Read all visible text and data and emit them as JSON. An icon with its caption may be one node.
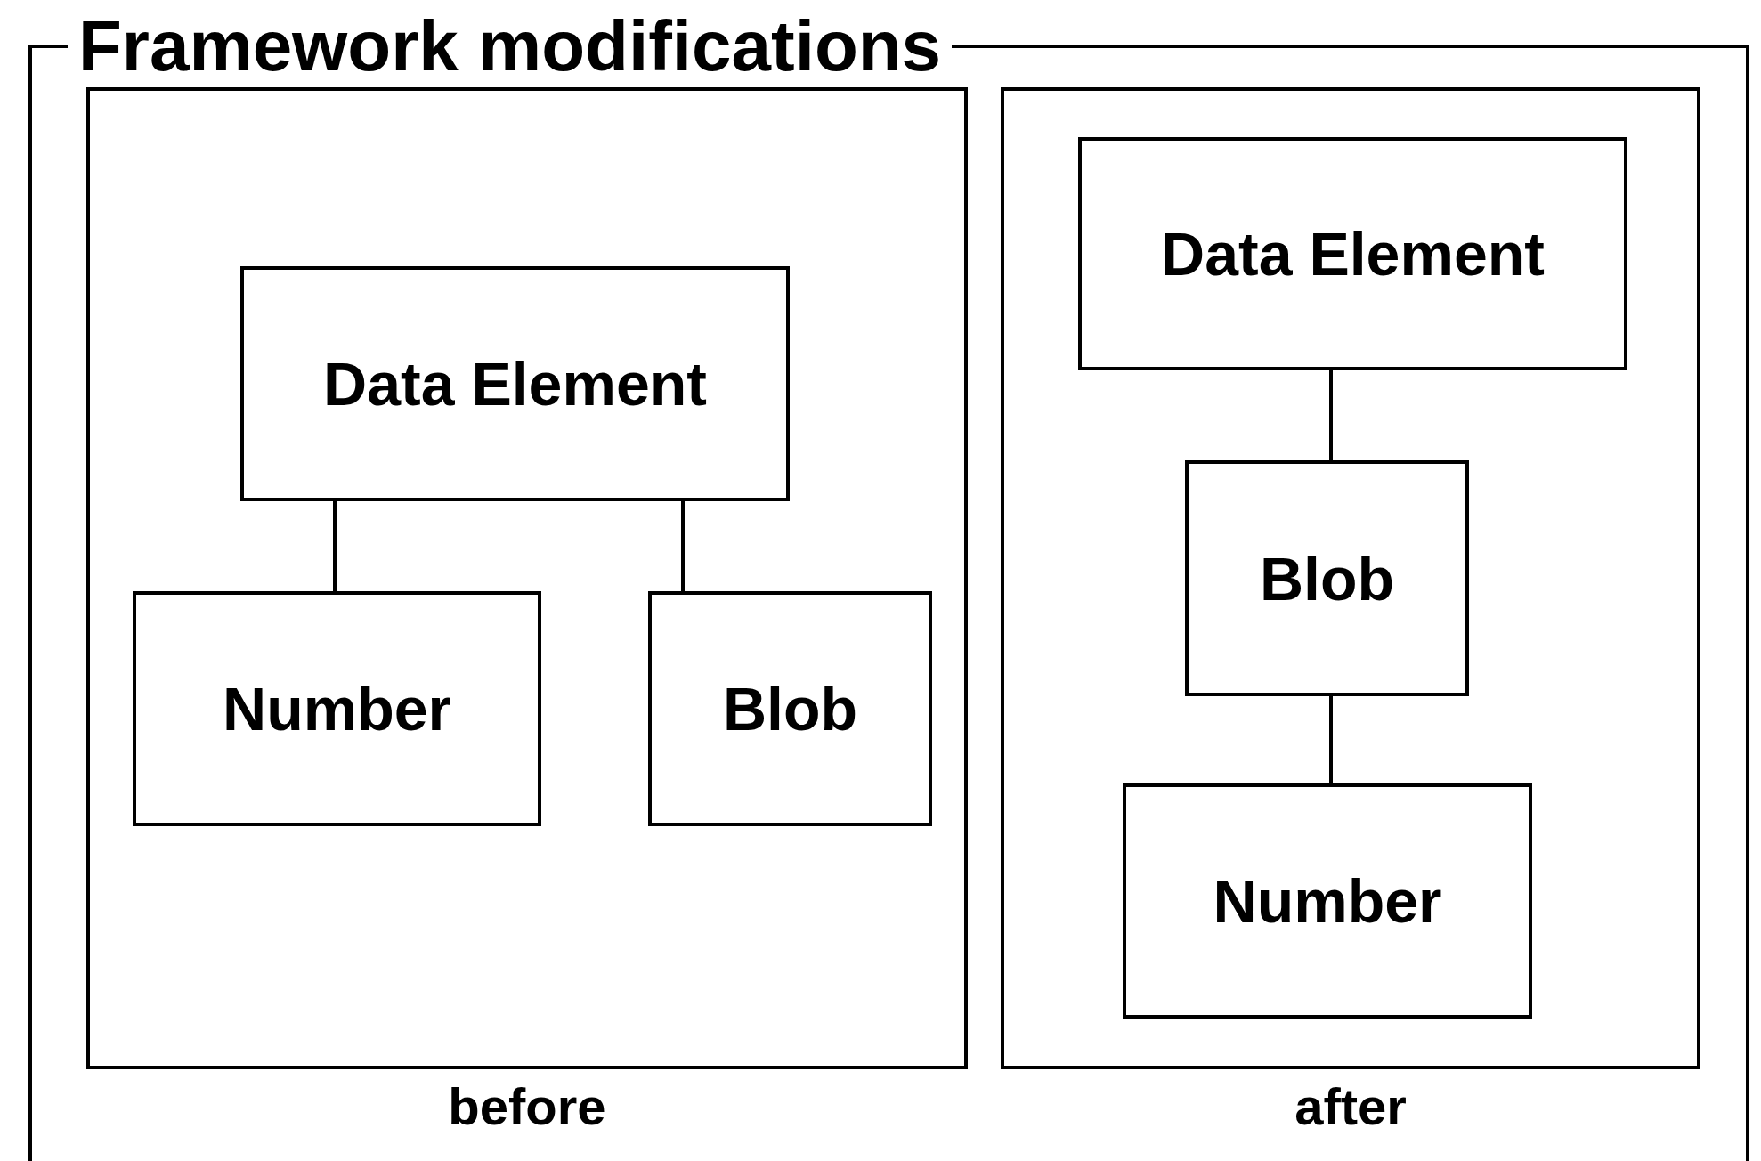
{
  "diagram": {
    "nodes": [
      {
        "text": [
          "Framework modifications"
        ]
      },
      {
        "text": [],
        "shape": "box",
        "in": 0,
        "beside": [
          "before"
        ]
      },
      {
        "text": [
          "Data Element"
        ],
        "in": 1
      },
      {
        "text": [
          "Number"
        ],
        "in": 1
      },
      {
        "text": [
          "Blob"
        ],
        "in": 1
      },
      {
        "text": [],
        "shape": "box",
        "in": 0,
        "beside": [
          "after"
        ]
      },
      {
        "text": [
          "Data Element"
        ],
        "in": 5
      },
      {
        "text": [
          "Blob"
        ],
        "in": 5
      },
      {
        "text": [
          "Number"
        ],
        "in": 5
      }
    ],
    "edges": [
      {
        "from": 2,
        "to": 3,
        "arrow": "none"
      },
      {
        "from": 2,
        "to": 4,
        "arrow": "none"
      },
      {
        "from": 6,
        "to": 7,
        "arrow": "none"
      },
      {
        "from": 7,
        "to": 8,
        "arrow": "none"
      }
    ]
  }
}
